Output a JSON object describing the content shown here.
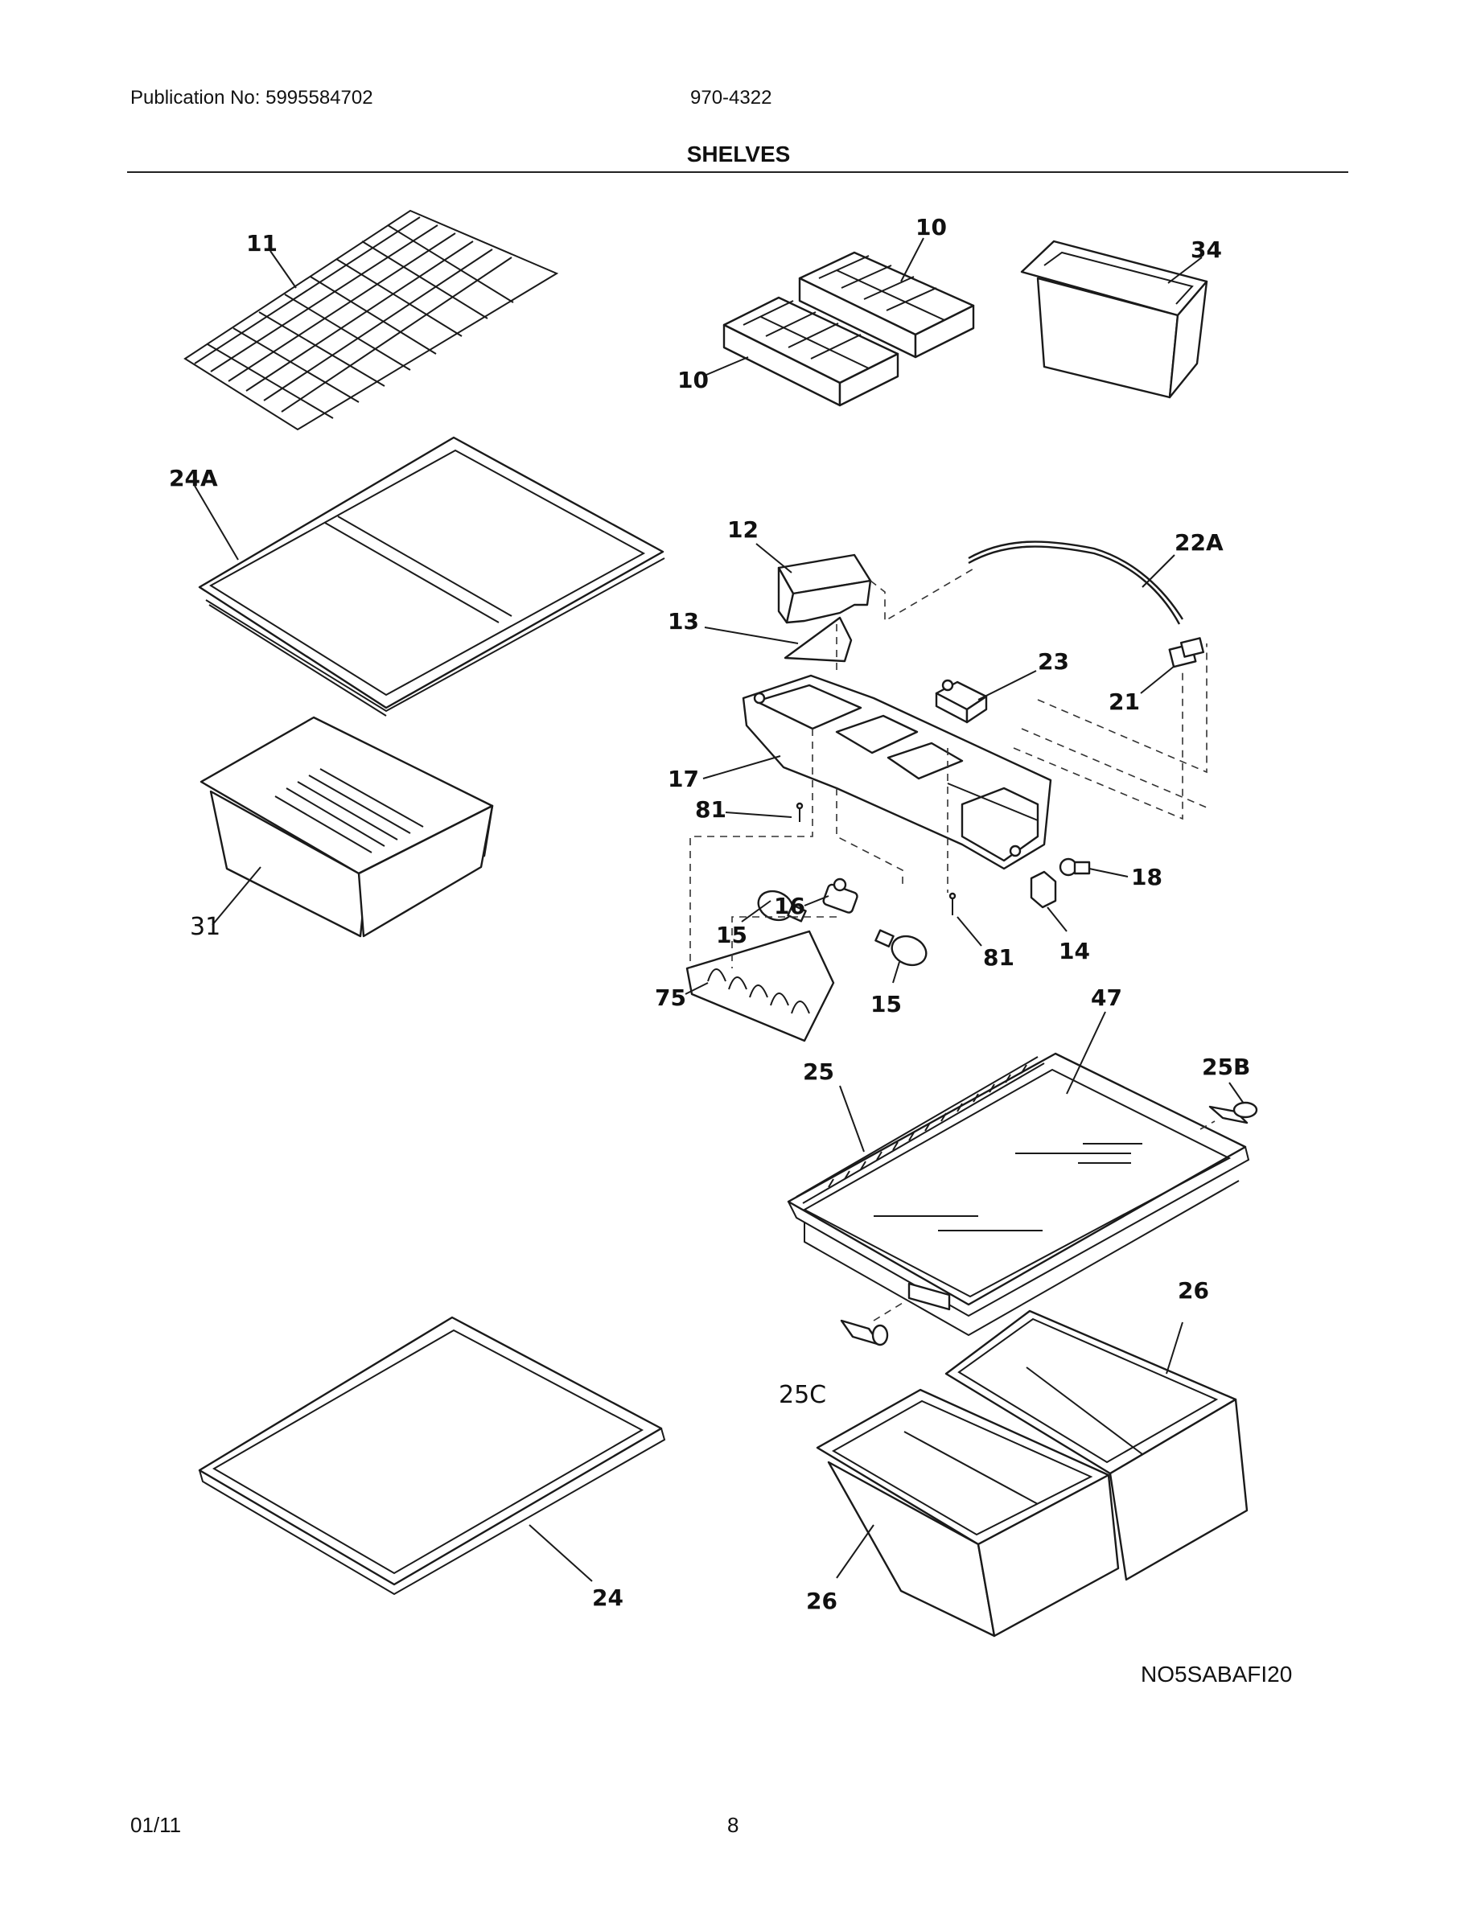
{
  "header": {
    "publication": "Publication No: 5995584702",
    "model": "970-4322",
    "section_title": "SHELVES"
  },
  "callouts": {
    "c11": "11",
    "c10a": "10",
    "c10b": "10",
    "c34": "34",
    "c24A": "24A",
    "c12": "12",
    "c22A": "22A",
    "c13": "13",
    "c23": "23",
    "c21": "21",
    "c17": "17",
    "c81a": "81",
    "c31": "31",
    "c18": "18",
    "c15a": "15",
    "c16": "16",
    "c14": "14",
    "c81b": "81",
    "c75": "75",
    "c15b": "15",
    "c47": "47",
    "c25": "25",
    "c25B": "25B",
    "c26a": "26",
    "c25C": "25C",
    "c24": "24",
    "c26b": "26"
  },
  "diagram_code": "NO5SABAFI20",
  "footer": {
    "date": "01/11",
    "page": "8"
  }
}
